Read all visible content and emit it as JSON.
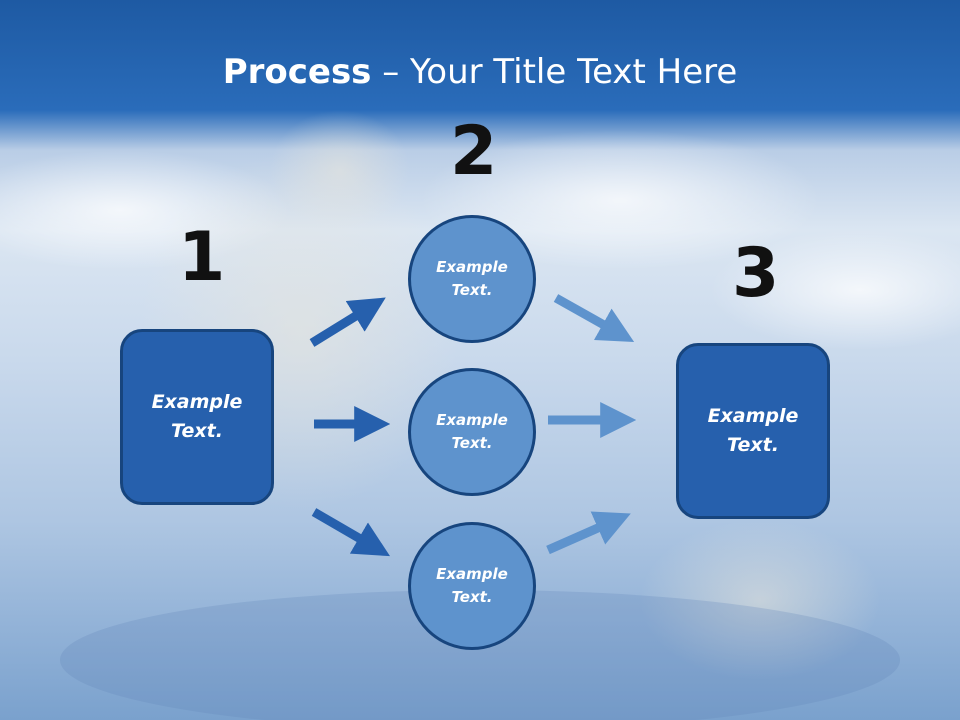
{
  "title": {
    "bold": "Process",
    "rest": " – Your Title Text Here"
  },
  "steps": {
    "one": {
      "number": "1",
      "text": "Example\nText."
    },
    "two": {
      "number": "2"
    },
    "three": {
      "number": "3",
      "text": "Example\nText."
    }
  },
  "circles": [
    {
      "text": "Example\nText."
    },
    {
      "text": "Example\nText."
    },
    {
      "text": "Example\nText."
    }
  ],
  "colors": {
    "box_fill": "#2660ad",
    "circle_fill": "#5e93cd",
    "border": "#17457e",
    "arrow_dark": "#2660ad",
    "arrow_light": "#5e93cd"
  }
}
